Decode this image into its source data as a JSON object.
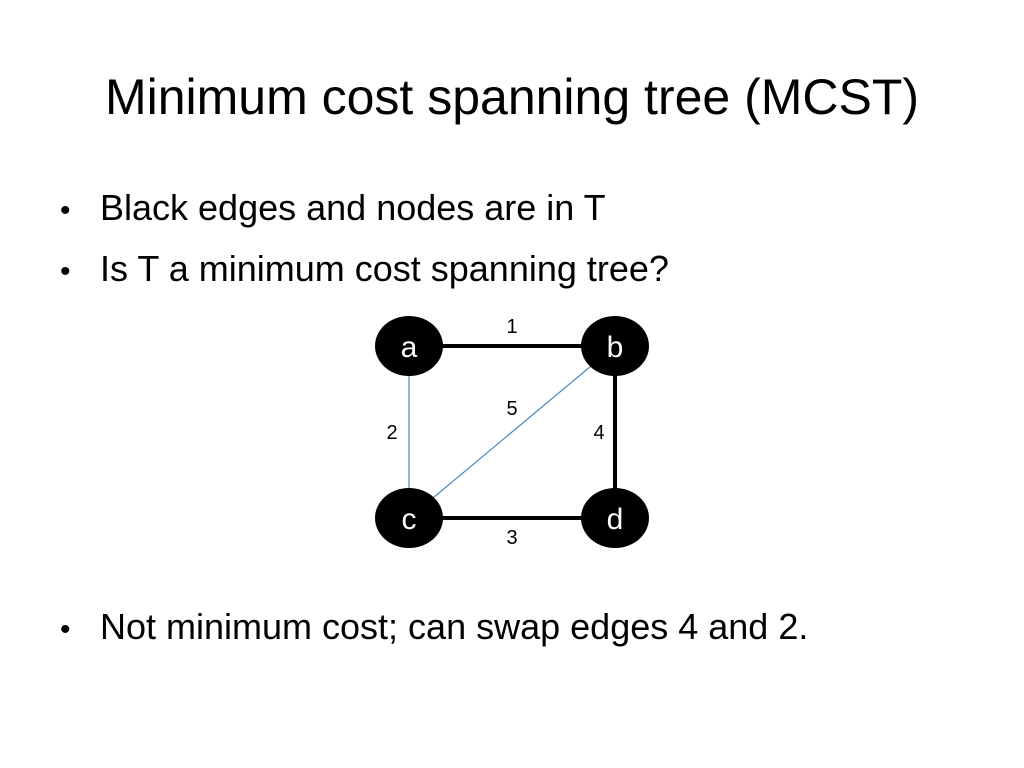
{
  "slide": {
    "title": "Minimum cost spanning tree (MCST)",
    "bullet_char": "•",
    "bullets": [
      "Black edges and nodes are in T",
      "Is T a minimum cost spanning tree?",
      "Not minimum cost; can swap edges 4 and 2."
    ]
  },
  "graph": {
    "colors": {
      "tree_edge": "#000000",
      "non_tree_edge": "#4a86c8",
      "node_fill": "#000000",
      "node_text": "#ffffff"
    },
    "nodes": {
      "a": "a",
      "b": "b",
      "c": "c",
      "d": "d"
    },
    "edges": [
      {
        "from": "a",
        "to": "b",
        "weight": "1",
        "in_tree": true
      },
      {
        "from": "a",
        "to": "c",
        "weight": "2",
        "in_tree": false
      },
      {
        "from": "c",
        "to": "d",
        "weight": "3",
        "in_tree": true
      },
      {
        "from": "b",
        "to": "d",
        "weight": "4",
        "in_tree": true
      },
      {
        "from": "b",
        "to": "c",
        "weight": "5",
        "in_tree": false
      }
    ]
  }
}
